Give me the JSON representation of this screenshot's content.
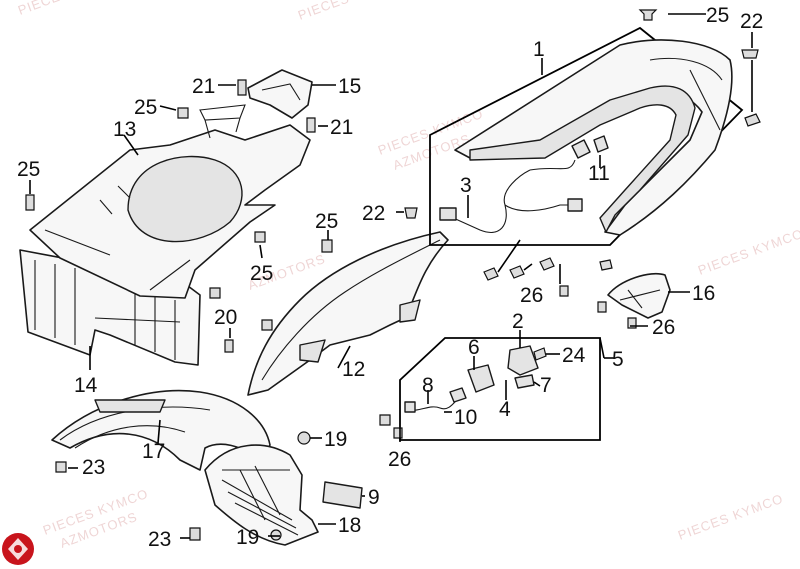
{
  "callouts": {
    "c1": "1",
    "c2": "2",
    "c3": "3",
    "c4": "4",
    "c5": "5",
    "c6": "6",
    "c7": "7",
    "c8": "8",
    "c9": "9",
    "c10": "10",
    "c11": "11",
    "c12": "12",
    "c13": "13",
    "c14": "14",
    "c15": "15",
    "c16": "16",
    "c17": "17",
    "c18": "18",
    "c19a": "19",
    "c19b": "19",
    "c20": "20",
    "c21a": "21",
    "c21b": "21",
    "c22a": "22",
    "c22b": "22",
    "c23a": "23",
    "c23b": "23",
    "c24": "24",
    "c25a": "25",
    "c25b": "25",
    "c25c": "25",
    "c25d": "25",
    "c25e": "25",
    "c26a": "26",
    "c26b": "26",
    "c26c": "26"
  },
  "watermark": {
    "line1": "PIECES KYMCO",
    "line2": "AZMOTORS"
  },
  "colors": {
    "line": "#1a1a1a",
    "watermark": "#e2b4b4",
    "logo": "#c8141c"
  }
}
